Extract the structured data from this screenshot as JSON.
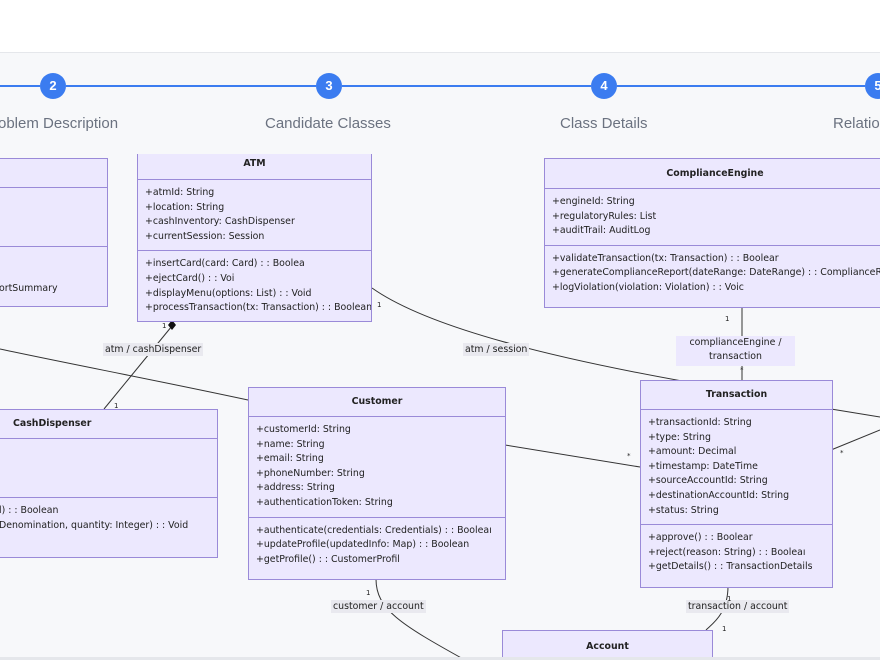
{
  "steps": [
    {
      "num": "2",
      "label": "oblem Description"
    },
    {
      "num": "3",
      "label": "Candidate Classes"
    },
    {
      "num": "4",
      "label": "Class Details"
    },
    {
      "num": "5",
      "label": "Relatio"
    }
  ],
  "classes": {
    "left_top": {
      "name": "",
      "methods": [
        "ortSummary"
      ]
    },
    "atm": {
      "name": "ATM",
      "attributes": [
        "+atmId: String",
        "+location: String",
        "+cashInventory: CashDispenser",
        "+currentSession: Session"
      ],
      "methods": [
        "+insertCard(card: Card) : : Boolea",
        "+ejectCard() : : Voi",
        "+displayMenu(options: List) : : Void",
        "+processTransaction(tx: Transaction) : : Boolean"
      ]
    },
    "compliance": {
      "name": "ComplianceEngine",
      "attributes": [
        "+engineId: String",
        "+regulatoryRules: List",
        "+auditTrail: AuditLog"
      ],
      "methods": [
        "+validateTransaction(tx: Transaction) : : Boolear",
        "+generateComplianceReport(dateRange: DateRange) : : ComplianceReport",
        "+logViolation(violation: Violation) : : Voic"
      ]
    },
    "cash": {
      "name": "CashDispenser",
      "methods": [
        "l) : : Boolean",
        "Denomination, quantity: Integer) : : Void"
      ]
    },
    "customer": {
      "name": "Customer",
      "attributes": [
        "+customerId: String",
        "+name: String",
        "+email: String",
        "+phoneNumber: String",
        "+address: String",
        "+authenticationToken: String"
      ],
      "methods": [
        "+authenticate(credentials: Credentials) : : Booleaı",
        "+updateProfile(updatedInfo: Map) : : Boolean",
        "+getProfile() : : CustomerProfil"
      ]
    },
    "transaction": {
      "name": "Transaction",
      "attributes": [
        "+transactionId: String",
        "+type: String",
        "+amount: Decimal",
        "+timestamp: DateTime",
        "+sourceAccountId: String",
        "+destinationAccountId: String",
        "+status: String"
      ],
      "methods": [
        "+approve() : : Boolear",
        "+reject(reason: String) : : Booleaı",
        "+getDetails() : : TransactionDetails"
      ]
    },
    "account": {
      "name": "Account"
    }
  },
  "edge_labels": {
    "atm_cash": "atm / cashDispenser",
    "atm_session": "atm / session",
    "compliance_tx_line1": "complianceEngine /",
    "compliance_tx_line2": "transaction",
    "customer_account": "customer / account",
    "transaction_account": "transaction / account"
  },
  "multiplicities": {
    "atm_comp": "1",
    "cash_one": "1",
    "atm_session_one": "1",
    "compliance_one": "1",
    "compliance_tx_many": "*",
    "cust_tx_many": "*",
    "tx_right_many": "*",
    "cust_account_one": "1",
    "tx_account_one": "1",
    "tx_account_two": "1"
  },
  "colors": {
    "accent": "#3b7cf0",
    "class_fill": "#ece8fe",
    "class_border": "#9a8ad8"
  }
}
